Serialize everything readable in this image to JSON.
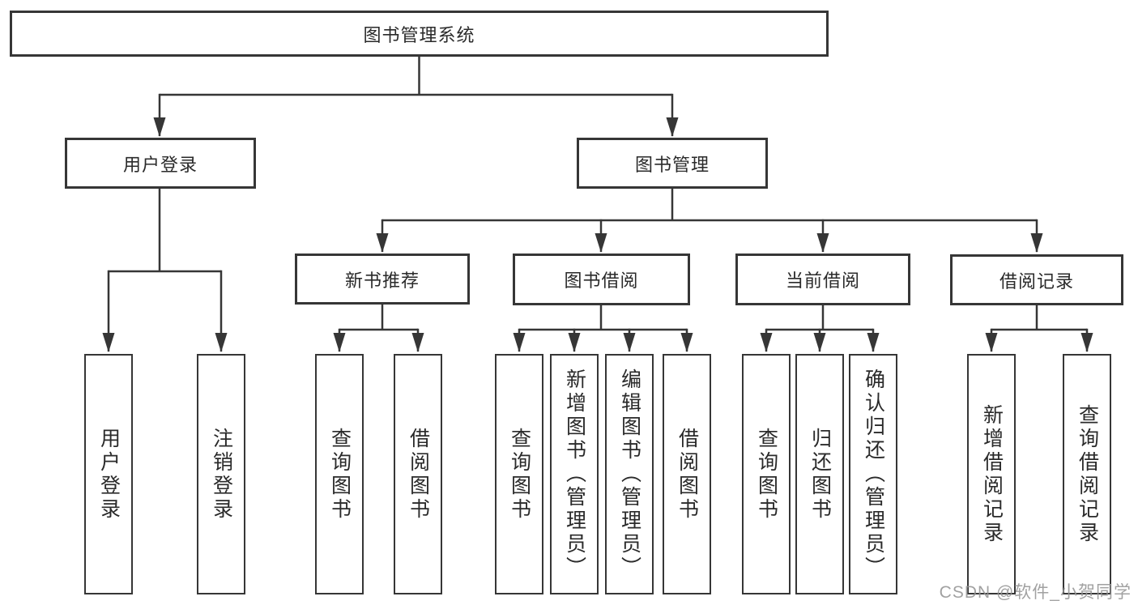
{
  "diagram": {
    "root": {
      "label": "图书管理系统"
    },
    "branches": [
      {
        "label": "用户登录",
        "children": [
          {
            "label": "用户登录"
          },
          {
            "label": "注销登录"
          }
        ]
      },
      {
        "label": "图书管理",
        "children": [
          {
            "label": "新书推荐",
            "children": [
              {
                "label": "查询图书"
              },
              {
                "label": "借阅图书"
              }
            ]
          },
          {
            "label": "图书借阅",
            "children": [
              {
                "label": "查询图书"
              },
              {
                "label": "新增图书（管理员）"
              },
              {
                "label": "编辑图书（管理员）"
              },
              {
                "label": "借阅图书"
              }
            ]
          },
          {
            "label": "当前借阅",
            "children": [
              {
                "label": "查询图书"
              },
              {
                "label": "归还图书"
              },
              {
                "label": "确认归还（管理员）"
              }
            ]
          },
          {
            "label": "借阅记录",
            "children": [
              {
                "label": "新增借阅记录"
              },
              {
                "label": "查询借阅记录"
              }
            ]
          }
        ]
      }
    ]
  },
  "colors": {
    "line": "#363636",
    "node_border": "#363636",
    "text": "#2a2a2a",
    "background": "#ffffff",
    "watermark": "#949494"
  },
  "watermark": {
    "text": "CSDN @软件_小贺同学"
  }
}
